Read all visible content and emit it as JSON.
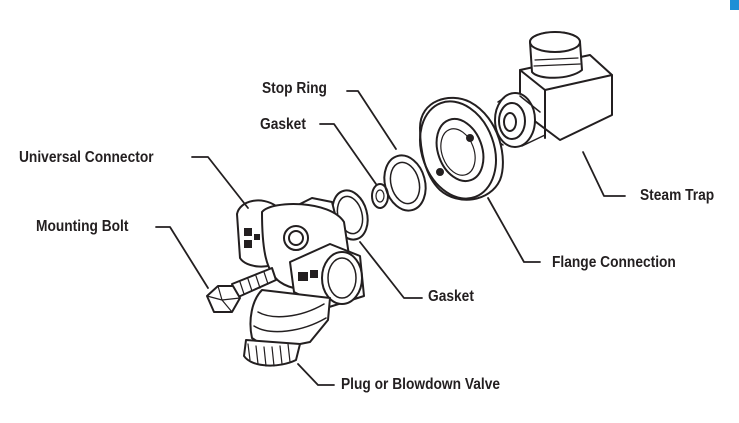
{
  "labels": {
    "stop_ring": "Stop Ring",
    "gasket_top": "Gasket",
    "universal_connector": "Universal Connector",
    "mounting_bolt": "Mounting Bolt",
    "steam_trap": "Steam Trap",
    "flange_connection": "Flange Connection",
    "gasket_bottom": "Gasket",
    "plug_or_blowdown_valve": "Plug or Blowdown Valve"
  },
  "colors": {
    "line": "#231f20",
    "accent": "#1e8fd6"
  }
}
